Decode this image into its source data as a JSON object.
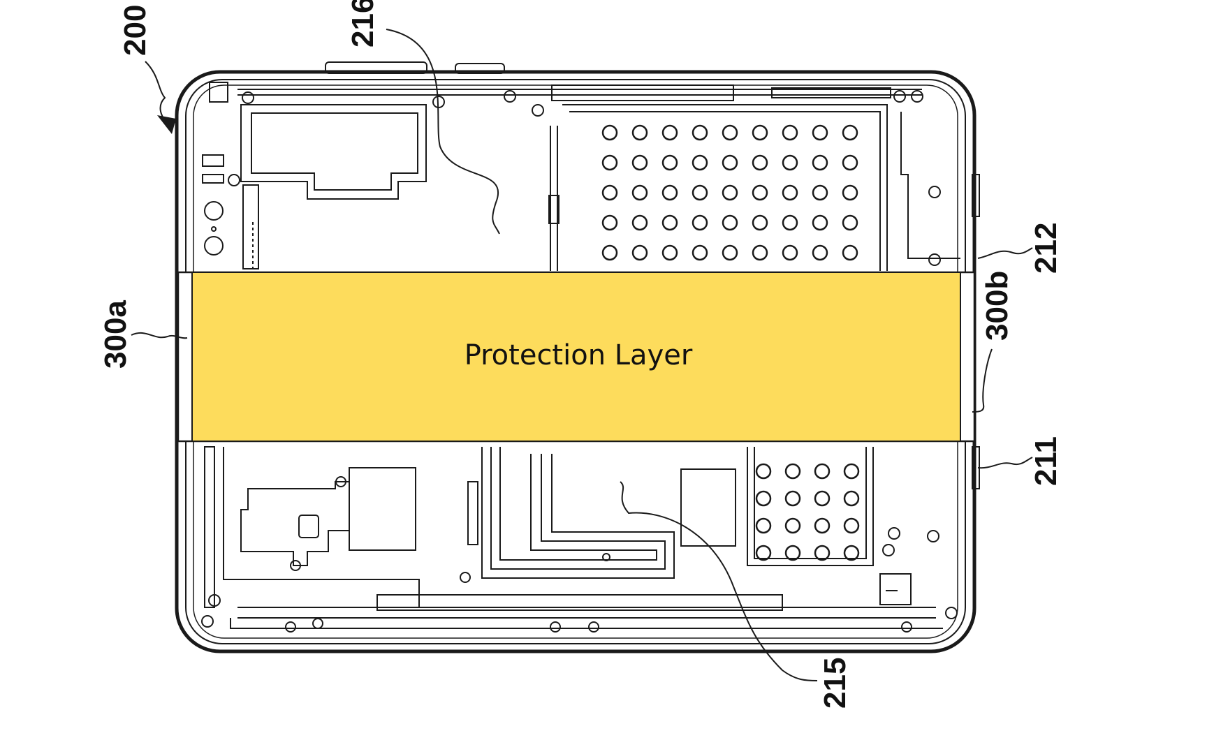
{
  "diagram": {
    "protection_layer_label": "Protection Layer",
    "layer_color": "#FDDC5C",
    "line_color": "#1a1a1a",
    "labels": {
      "device": "200",
      "cable_upper": "216",
      "cable_lower": "215",
      "housing_upper": "212",
      "housing_lower": "211",
      "edge_left": "300a",
      "edge_right": "300b"
    }
  }
}
